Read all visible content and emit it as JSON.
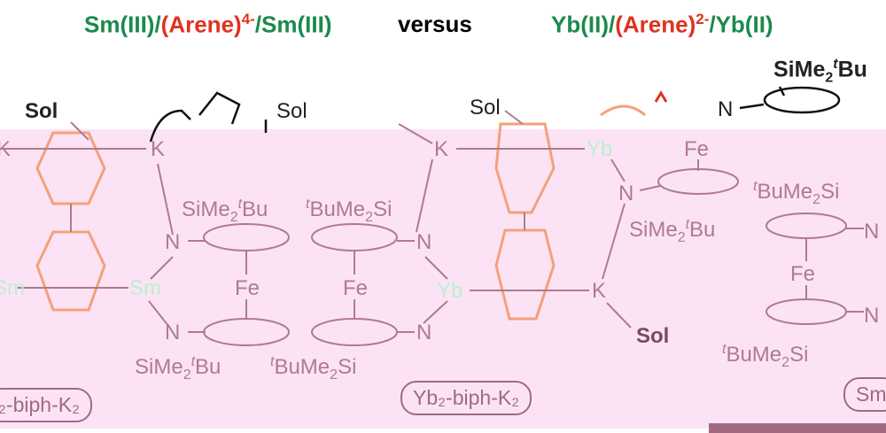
{
  "header": {
    "left_sm1": "Sm(III)/",
    "left_arene": "(Arene)",
    "left_charge": "4-",
    "left_sm2": "/Sm(III)",
    "versus": "versus",
    "right_yb1": "Yb(II)/",
    "right_arene": "(Arene)",
    "right_charge": "2-",
    "right_yb2": "/Yb(II)"
  },
  "atoms": {
    "sol": "Sol",
    "k": "K",
    "sm": "Sm",
    "yb": "Yb",
    "fe": "Fe",
    "n": "N"
  },
  "substituents": {
    "si_a": "SiMe",
    "si_b": "Bu",
    "si_sub2": "2",
    "si_t": "t",
    "b_a": "BuMe",
    "b_b": "Si"
  },
  "compounds": {
    "left_label": "₂-biph-K₂",
    "mid_label": "Yb₂-biph-K₂",
    "right_label": "Sm"
  },
  "colors": {
    "green": "#1a8a4a",
    "red": "#e0321e",
    "pink_bg": "#fbe3f5",
    "mauve": "#a06a80",
    "arene": "#f5a07a"
  }
}
